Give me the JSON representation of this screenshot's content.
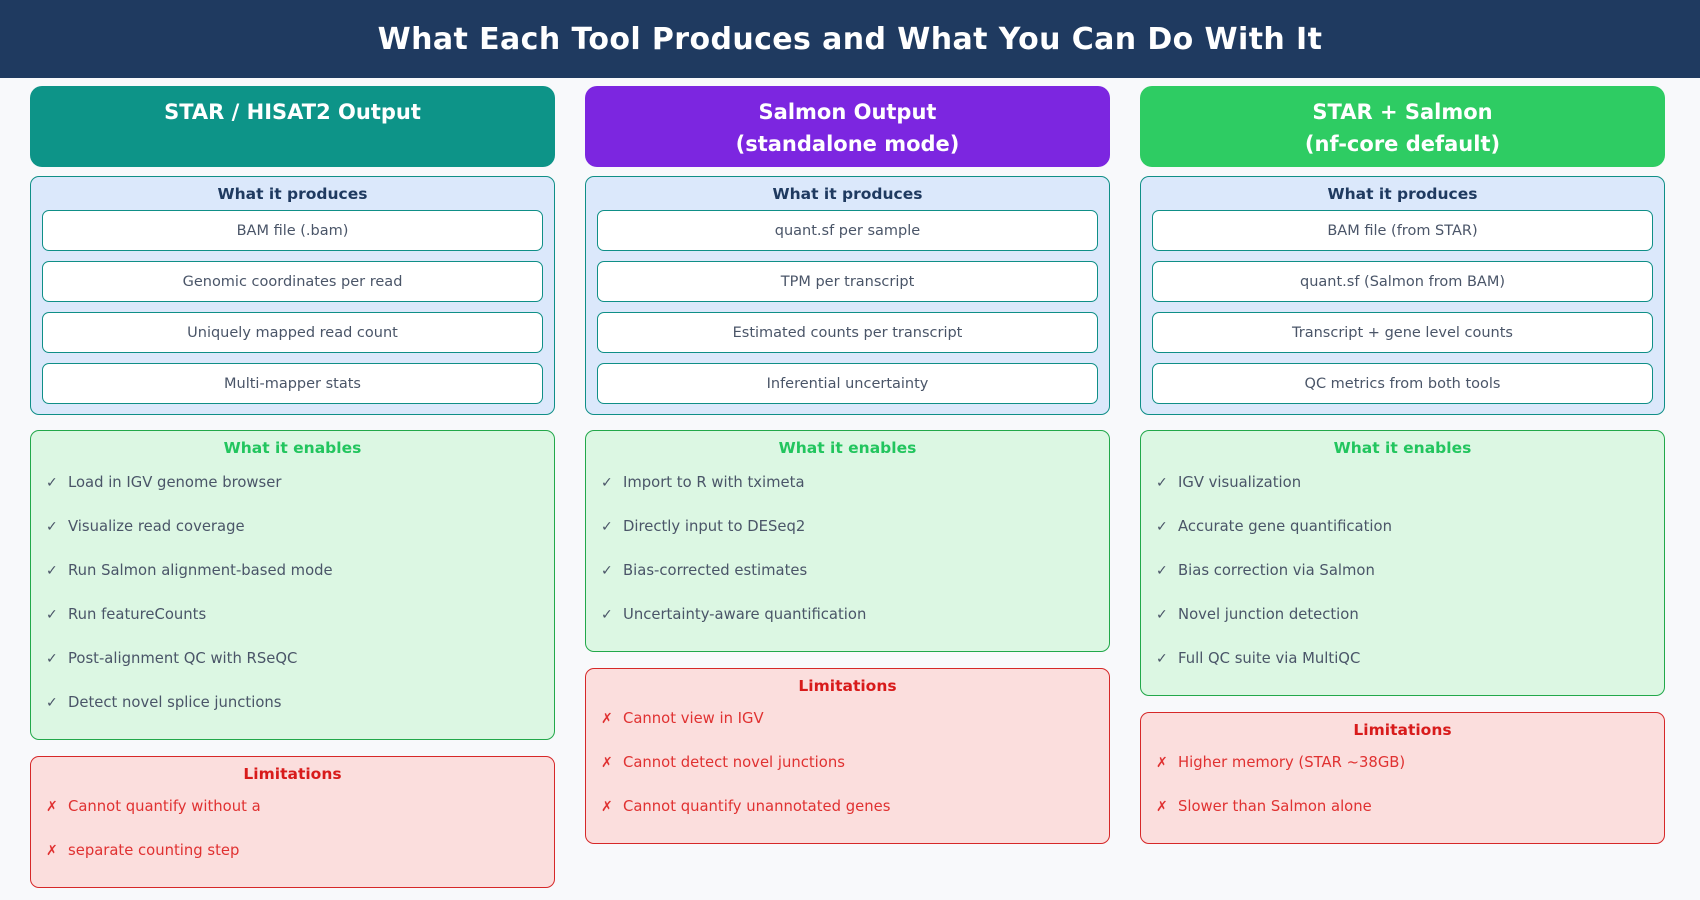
{
  "header": {
    "title": "What Each Tool Produces and What You Can Do With It",
    "background_color": "#1f3a60",
    "text_color": "#ffffff"
  },
  "section_labels": {
    "produces": "What it produces",
    "enables": "What it enables",
    "limitations": "Limitations"
  },
  "icons": {
    "check": "✓",
    "cross": "✗"
  },
  "colors": {
    "page_background": "#f8f9fb",
    "produces_panel": "#dbe8fb",
    "produces_border": "#0f8f87",
    "enables_panel": "#dcf7e3",
    "enables_border": "#22a84a",
    "enables_title": "#22c55e",
    "limits_panel": "#fbdedd",
    "limits_border": "#d62828",
    "limits_title": "#d81b1b",
    "item_text": "#4a5568",
    "limit_text": "#e03131"
  },
  "columns": [
    {
      "header_line1": "STAR / HISAT2 Output",
      "header_line2": "",
      "header_color": "#0d9488",
      "produces": [
        "BAM file (.bam)",
        "Genomic coordinates per read",
        "Uniquely mapped read count",
        "Multi-mapper stats"
      ],
      "enables": [
        "Load in IGV genome browser",
        "Visualize read coverage",
        "Run Salmon alignment-based mode",
        "Run featureCounts",
        "Post-alignment QC with RSeQC",
        "Detect novel splice junctions"
      ],
      "limitations": [
        "Cannot quantify without a",
        "separate counting step"
      ]
    },
    {
      "header_line1": "Salmon Output",
      "header_line2": "(standalone mode)",
      "header_color": "#7c26e0",
      "produces": [
        "quant.sf per sample",
        "TPM per transcript",
        "Estimated counts per transcript",
        "Inferential uncertainty"
      ],
      "enables": [
        "Import to R with tximeta",
        "Directly input to DESeq2",
        "Bias-corrected estimates",
        "Uncertainty-aware quantification"
      ],
      "limitations": [
        "Cannot view in IGV",
        "Cannot detect novel junctions",
        "Cannot quantify unannotated genes"
      ]
    },
    {
      "header_line1": "STAR + Salmon",
      "header_line2": "(nf-core default)",
      "header_color": "#2ecc63",
      "produces": [
        "BAM file (from STAR)",
        "quant.sf (Salmon from BAM)",
        "Transcript + gene level counts",
        "QC metrics from both tools"
      ],
      "enables": [
        "IGV visualization",
        "Accurate gene quantification",
        "Bias correction via Salmon",
        "Novel junction detection",
        "Full QC suite via MultiQC"
      ],
      "limitations": [
        "Higher memory (STAR ~38GB)",
        "Slower than Salmon alone"
      ]
    }
  ]
}
